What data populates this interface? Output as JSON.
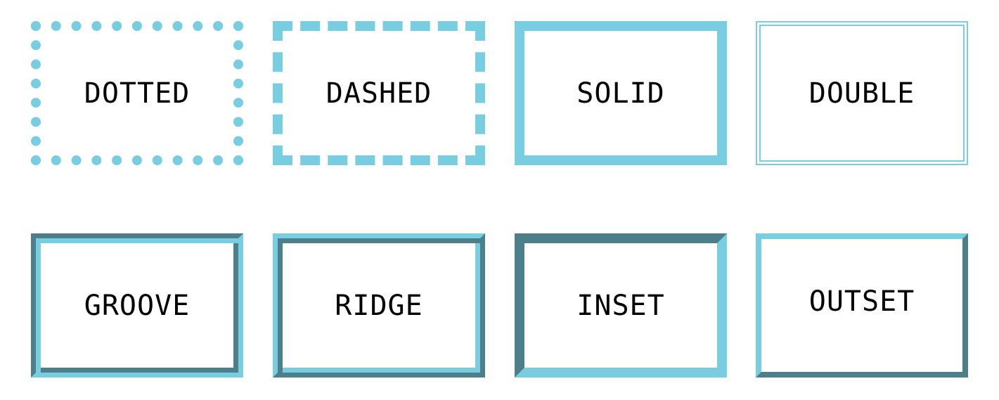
{
  "colors": {
    "light": "#78cde0",
    "dark": "#4d7f8a",
    "text": "#000000",
    "background": "#ffffff"
  },
  "boxes": [
    {
      "label": "DOTTED"
    },
    {
      "label": "DASHED"
    },
    {
      "label": "SOLID"
    },
    {
      "label": "DOUBLE"
    },
    {
      "label": "GROOVE"
    },
    {
      "label": "RIDGE"
    },
    {
      "label": "INSET"
    },
    {
      "label": "OUTSET"
    }
  ]
}
